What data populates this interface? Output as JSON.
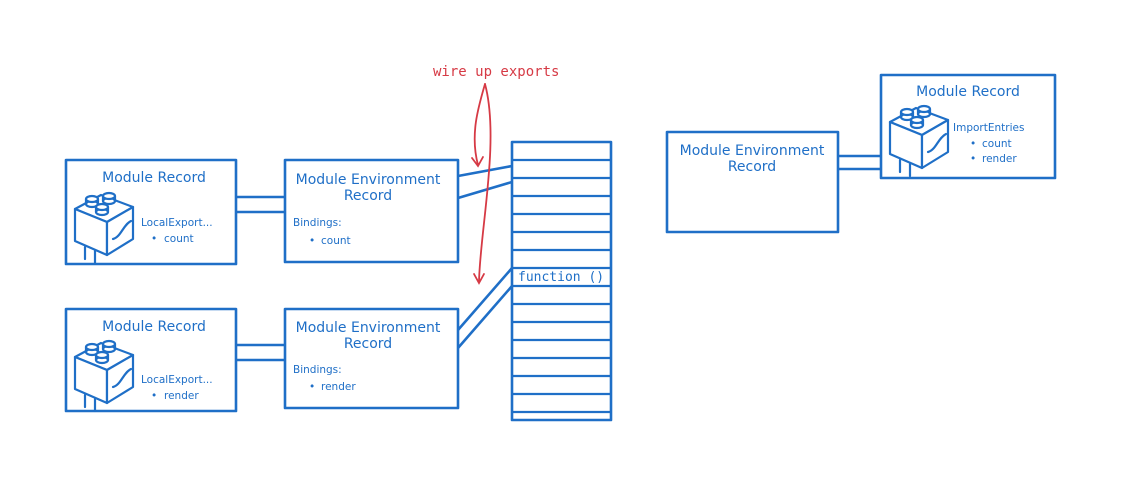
{
  "annotation": "wire up exports",
  "memory_label": "function ()",
  "exporter_modules": [
    {
      "record_title": "Module Record",
      "entries_label": "LocalExport...",
      "entries": [
        "count"
      ],
      "env_title": [
        "Module Environment",
        "Record"
      ],
      "bindings_label": "Bindings:",
      "bindings": [
        "count"
      ]
    },
    {
      "record_title": "Module Record",
      "entries_label": "LocalExport...",
      "entries": [
        "render"
      ],
      "env_title": [
        "Module Environment",
        "Record"
      ],
      "bindings_label": "Bindings:",
      "bindings": [
        "render"
      ]
    }
  ],
  "importer_module": {
    "record_title": "Module Record",
    "entries_label": "ImportEntries",
    "entries": [
      "count",
      "render"
    ],
    "env_title": [
      "Module Environment",
      "Record"
    ]
  },
  "colors": {
    "ink": "#1f6fc7",
    "annotation": "#d63a45"
  }
}
